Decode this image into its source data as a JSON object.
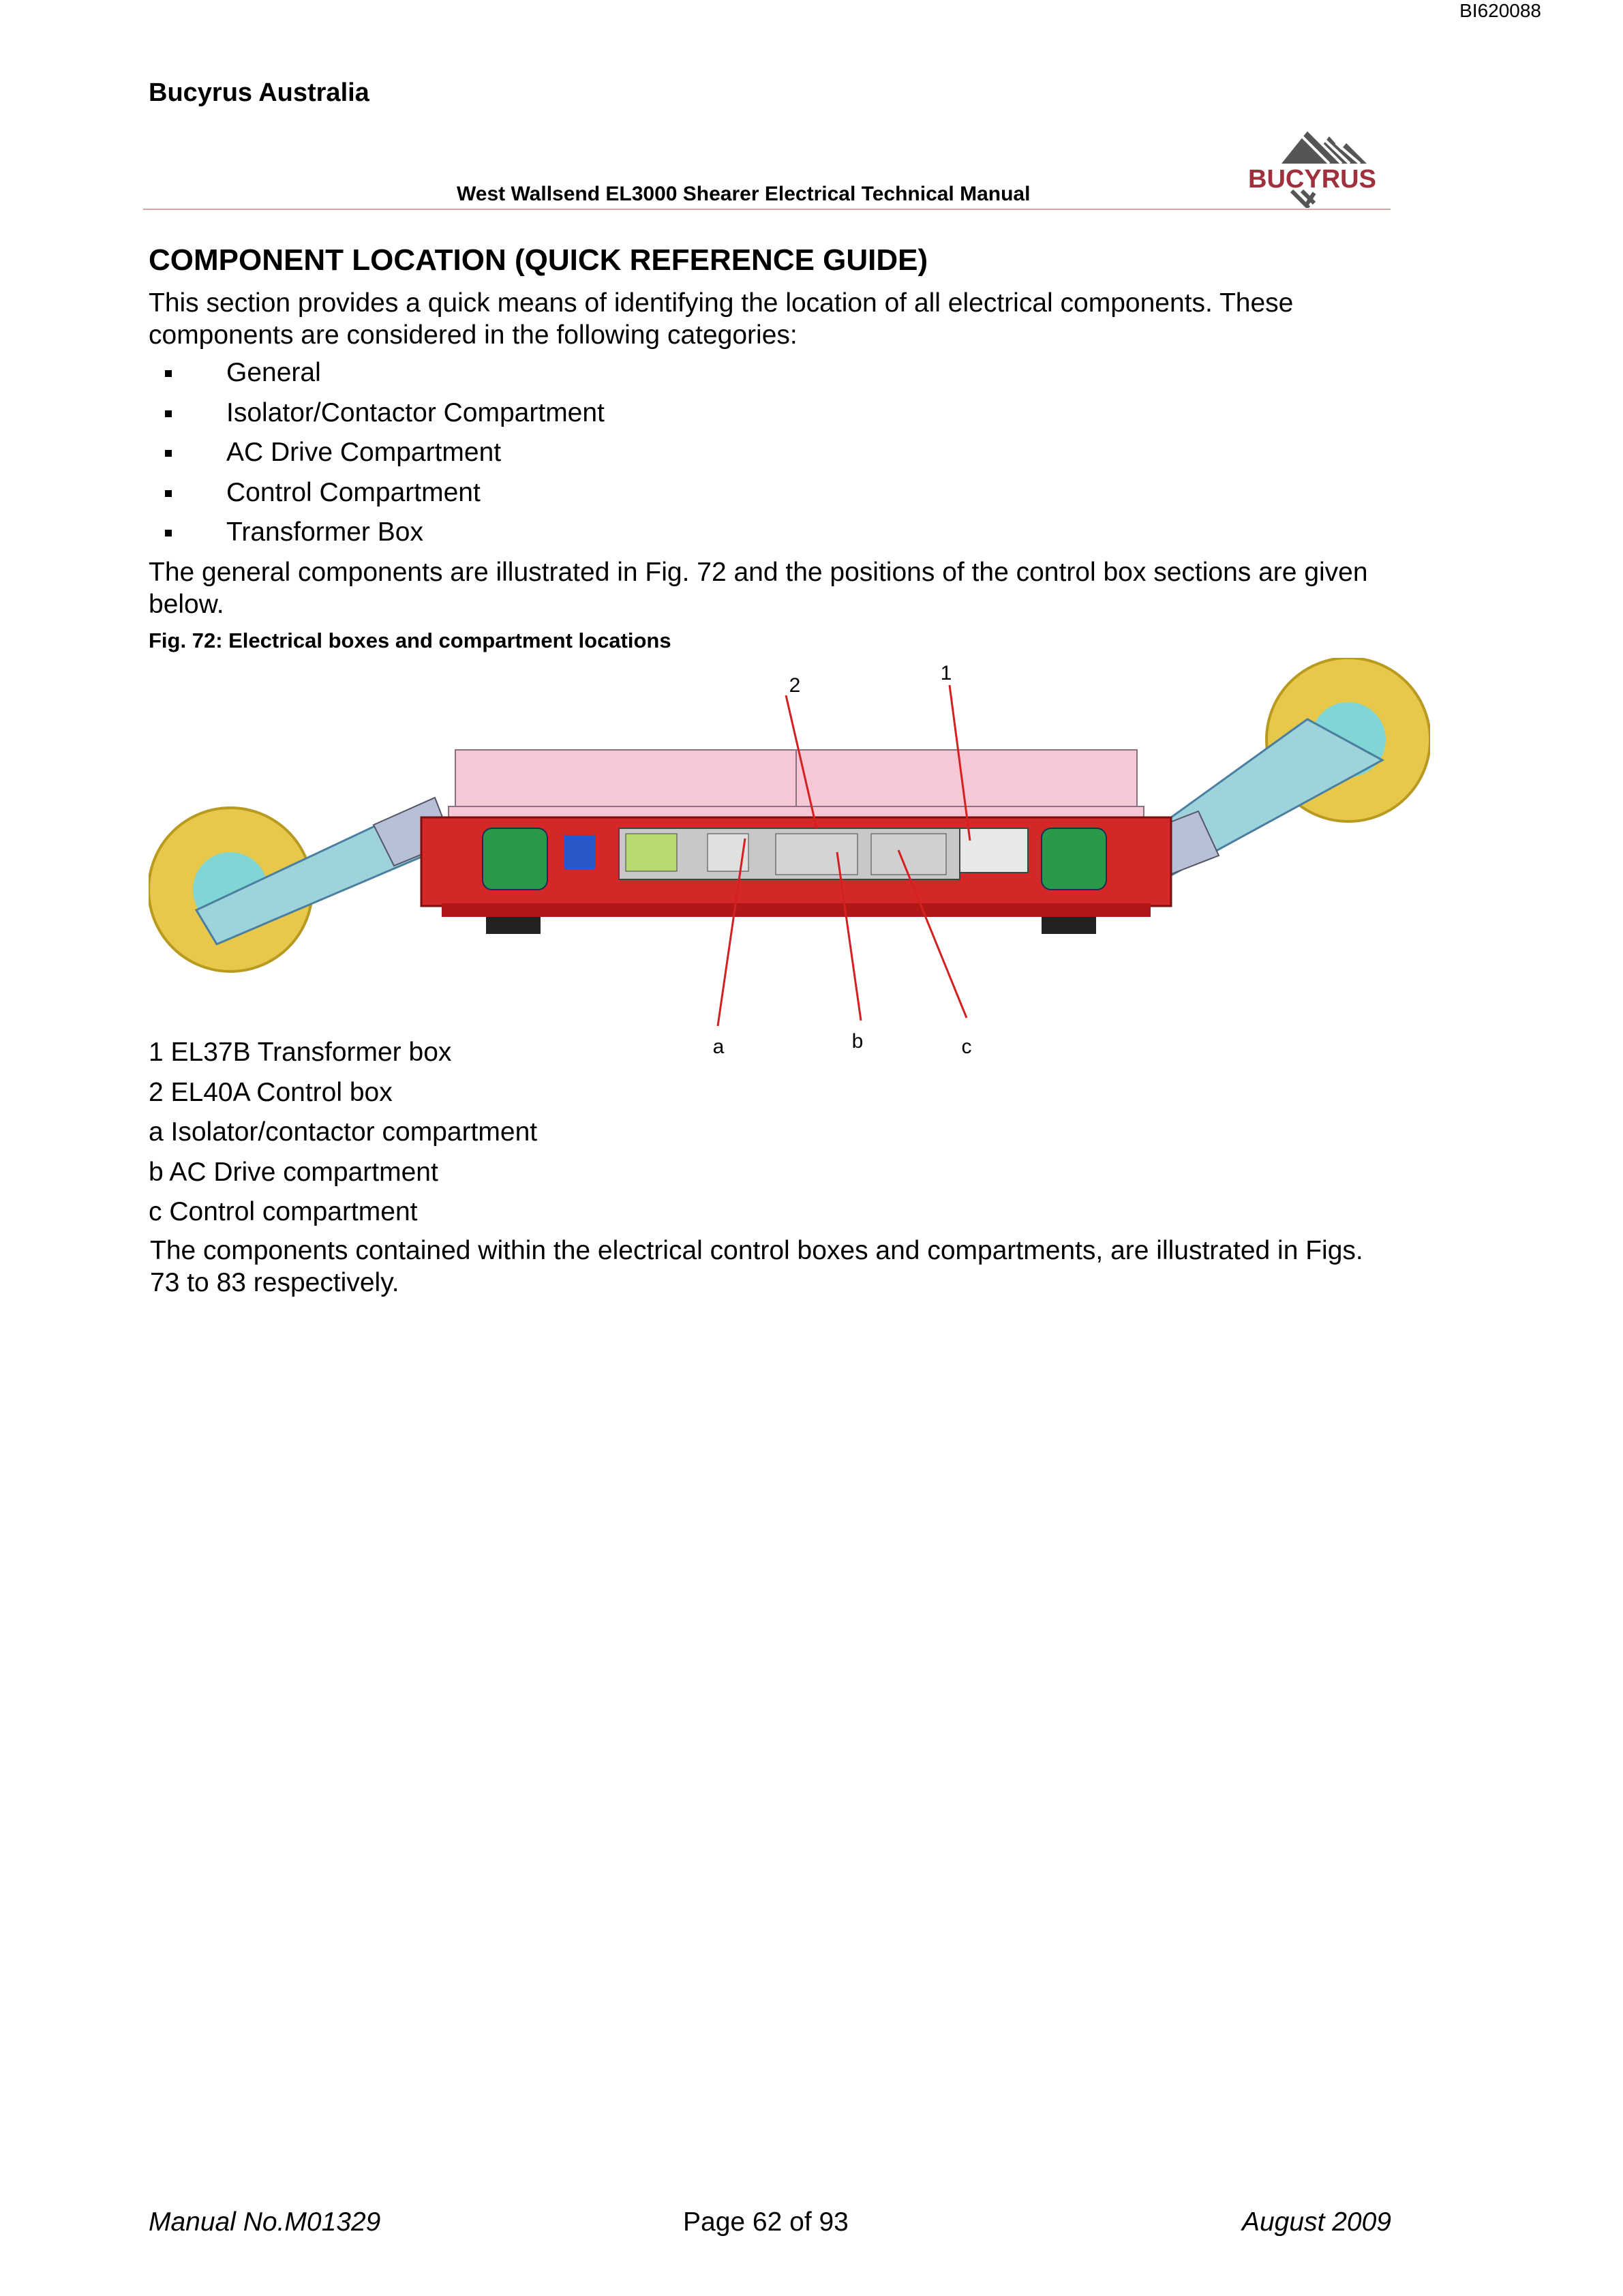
{
  "header": {
    "doc_id": "BI620088",
    "company": "Bucyrus Australia",
    "manual_title": "West Wallsend EL3000 Shearer Electrical Technical Manual",
    "logo_text": "BUCYRUS",
    "logo_color": "#a0303c"
  },
  "section": {
    "title": "COMPONENT LOCATION (QUICK REFERENCE GUIDE)",
    "intro": "This section provides a quick means of identifying the location of all electrical components. These components are considered in the following categories:",
    "categories": [
      "General",
      "Isolator/Contactor Compartment",
      "AC Drive Compartment",
      "Control Compartment",
      "Transformer Box"
    ],
    "general_para": "The general components are illustrated in Fig. 72 and the positions of the control box sections are given below."
  },
  "figure": {
    "caption": "Fig. 72: Electrical boxes and compartment locations",
    "callouts": [
      "1",
      "2",
      "a",
      "b",
      "c"
    ],
    "legend": [
      "1 EL37B Transformer box",
      "2 EL40A Control box",
      "a Isolator/contactor compartment",
      "b AC Drive compartment",
      "c Control compartment"
    ]
  },
  "closing": "The components contained within the electrical control boxes and compartments, are illustrated in Figs. 73 to 83 respectively.",
  "footer": {
    "manual_no": "Manual No.M01329",
    "page": "Page 62 of 93",
    "date": "August 2009"
  }
}
